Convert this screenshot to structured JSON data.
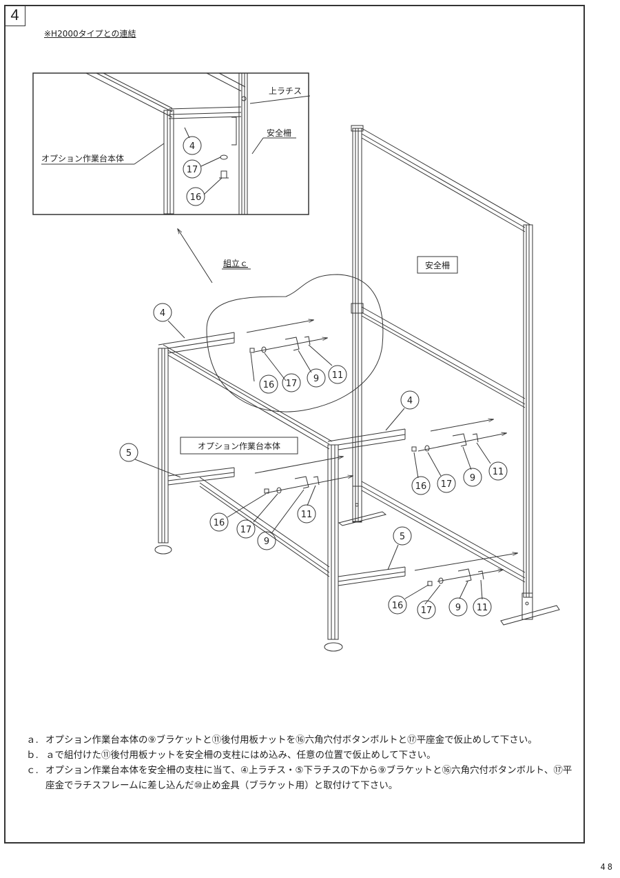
{
  "step_number": "4",
  "subtitle": "※H2000タイプとの連結",
  "inset_labels": {
    "upper_lattice": "上ラチス",
    "safety_fence": "安全柵",
    "option_body": "オプション作業台本体"
  },
  "assembly_label": "組立ｃ",
  "fence_box_label": "安全柵",
  "option_box_label": "オプション作業台本体",
  "part_numbers": {
    "p4": "4",
    "p5": "5",
    "p9": "9",
    "p11": "11",
    "p16": "16",
    "p17": "17"
  },
  "instructions": [
    {
      "mark": "ａ.",
      "text": "オプション作業台本体の⑨ブラケットと⑪後付用板ナットを⑯六角穴付ボタンボルトと⑰平座金で仮止めして下さい。"
    },
    {
      "mark": "ｂ.",
      "text": "ａで組付けた⑪後付用板ナットを安全柵の支柱にはめ込み、任意の位置で仮止めして下さい。"
    },
    {
      "mark": "ｃ.",
      "text": "オプション作業台本体を安全柵の支柱に当て、④上ラチス・⑤下ラチスの下から⑨ブラケットと⑯六角穴付ボタンボルト、⑰平座金でラチスフレームに差し込んだ⑩止め金具（ブラケット用）と取付けて下さい。"
    }
  ],
  "page_number": "48"
}
